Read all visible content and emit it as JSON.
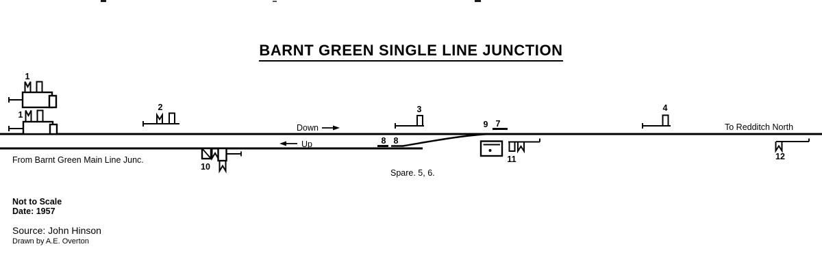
{
  "title": "BARNT GREEN SINGLE LINE JUNCTION",
  "directions": {
    "down": "Down",
    "up": "Up"
  },
  "destinations": {
    "right": "To Redditch North",
    "left": "From Barnt Green Main Line Junc."
  },
  "spare_note": "Spare. 5, 6.",
  "signal_numbers": {
    "s1_upper": "1",
    "s1_lower": "1",
    "s2": "2",
    "s3": "3",
    "s4": "4",
    "s7": "7",
    "s8_left": "8",
    "s8_right": "8",
    "s9": "9",
    "s10": "10",
    "s11": "11",
    "s12": "12"
  },
  "footer": {
    "scale": "Not to Scale",
    "date": "Date: 1957",
    "source": "Source: John Hinson",
    "drawn_by": "Drawn by A.E. Overton"
  },
  "colors": {
    "ink": "#000000",
    "paper": "#ffffff"
  }
}
